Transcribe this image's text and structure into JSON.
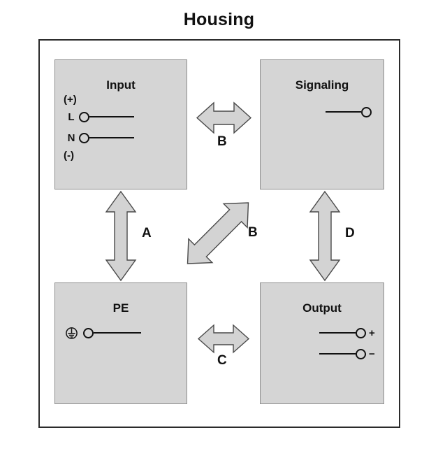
{
  "title": "Housing",
  "blocks": {
    "input": {
      "title": "Input",
      "labels": {
        "plus": "(+)",
        "l": "L",
        "n": "N",
        "minus": "(-)"
      }
    },
    "signaling": {
      "title": "Signaling"
    },
    "pe": {
      "title": "PE",
      "symbol": "protective-earth-symbol"
    },
    "output": {
      "title": "Output",
      "labels": {
        "plus": "+",
        "minus": "−"
      }
    }
  },
  "arrows": {
    "a": {
      "label": "A",
      "orientation": "vertical",
      "from": "input",
      "to": "pe"
    },
    "b_horizontal": {
      "label": "B",
      "orientation": "horizontal",
      "from": "input",
      "to": "signaling"
    },
    "b_diagonal": {
      "label": "B",
      "orientation": "diagonal",
      "from": "input",
      "to": "output"
    },
    "c": {
      "label": "C",
      "orientation": "horizontal",
      "from": "pe",
      "to": "output"
    },
    "d": {
      "label": "D",
      "orientation": "vertical",
      "from": "signaling",
      "to": "output"
    }
  },
  "colors": {
    "block_fill": "#d5d5d5",
    "arrow_fill": "#d3d3d3",
    "frame_stroke": "#2b2b2b",
    "line": "#111111"
  }
}
